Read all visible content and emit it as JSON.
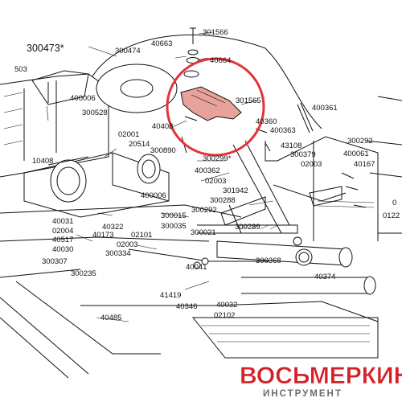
{
  "colors": {
    "highlight_circle": "#e0343c",
    "highlight_part": "#e8a29c",
    "brand_red": "#d42128",
    "brand_gray": "#6b6b6b"
  },
  "brand": {
    "name": "ВОСЬМЕРКИН",
    "tagline": "ИНСТРУМЕНТ"
  },
  "highlighted_part": "301565",
  "labels": {
    "l300473": "300473*",
    "l301566": "301566",
    "l300474": "300474",
    "l40663": "40663",
    "l40664": "40664",
    "l503": "503",
    "l400006a": "400006",
    "l300528": "300528",
    "l301565": "301565",
    "l400361": "400361",
    "l40408a": "40408",
    "l02001": "02001",
    "l20514": "20514",
    "l300890": "300890",
    "l40360": "40360",
    "l400363": "400363",
    "l43108": "43108",
    "l300379": "300379",
    "l300292a": "300292",
    "l300299": "300299*",
    "l400362": "400362",
    "l02003a": "02003",
    "l02003b": "02003",
    "l400061": "400061",
    "l40167": "40167",
    "l10408": "10408",
    "l301942": "301942",
    "l300288": "300288",
    "l400006b": "400006",
    "l300292b": "300292",
    "l300015": "300015",
    "l40031": "40031",
    "l40322": "40322",
    "l300035": "300035",
    "l02004": "02004",
    "l40173": "40173",
    "l02101": "02101",
    "l40517": "40517",
    "l02003c": "02003",
    "l300021": "300021",
    "l300289": "300289",
    "l40030": "40030",
    "l300334": "300334",
    "l300307": "300307",
    "l40041": "40041",
    "l300368": "300368",
    "l300235": "300235",
    "l40374": "40374",
    "l41419": "41419",
    "l40346": "40346",
    "l40032": "40032",
    "l02102": "02102",
    "l40485": "40485",
    "l0": "0",
    "l0122": "0122"
  }
}
